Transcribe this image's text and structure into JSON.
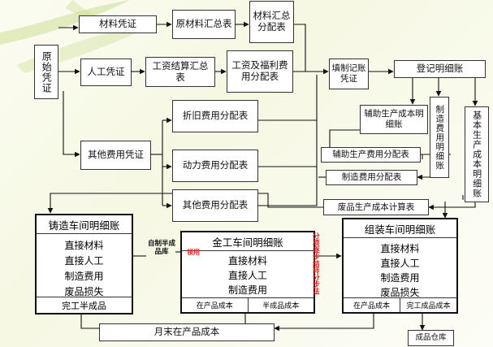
{
  "nodes": {
    "yuanshi": "原始凭证",
    "cailiao_pz": "材料凭证",
    "yuancailiao_hz": "原材料汇总表",
    "cailiao_fpb": "材料汇总分配表",
    "rengong_pz": "人工凭证",
    "gongzi_js": "工资结算汇总表",
    "gongzi_fl": "工资及福利费用分配表",
    "tianzhi_pz": "填制记账凭证",
    "dengji_mx": "登记明细账",
    "zhejiu": "折旧费用分配表",
    "fuzhu_mx": "辅助生产成本明细账",
    "zhizao_mx": "制造费用明细账",
    "jiben_mx": "基本生产成本明细账",
    "qita_pz": "其他费用凭证",
    "dongli": "动力费用分配表",
    "fuzhu_fpb": "辅助生产费用分配表",
    "zhizao_fpb": "制造费用分配表",
    "qita_fpb": "其他费用分配表",
    "feipin": "废品生产成本计算表",
    "yuemo": "月末在产品成本",
    "chengpin_ku": "成品仓库"
  },
  "workshops": {
    "zhuzao": {
      "title": "铸造车间明细账",
      "items": [
        "直接材料",
        "直接人工",
        "制造费用",
        "废品损失"
      ],
      "footer": [
        "完工半成品"
      ]
    },
    "jingong": {
      "title": "金工车间明细账",
      "items": [
        "直接材料",
        "直接人工",
        "制造费用"
      ],
      "footer": [
        "在产品成本",
        "半成品成本"
      ]
    },
    "zuzhuang": {
      "title": "组装车间明细账",
      "items": [
        "直接材料",
        "直接人工",
        "制造费用",
        "废品损失"
      ],
      "footer": [
        "在产品成本",
        "完工成品成本"
      ]
    }
  },
  "labels": {
    "zizhi_ku": "自制半成品库",
    "lingyong": "领用",
    "method": "分项逐步结转分步法"
  }
}
